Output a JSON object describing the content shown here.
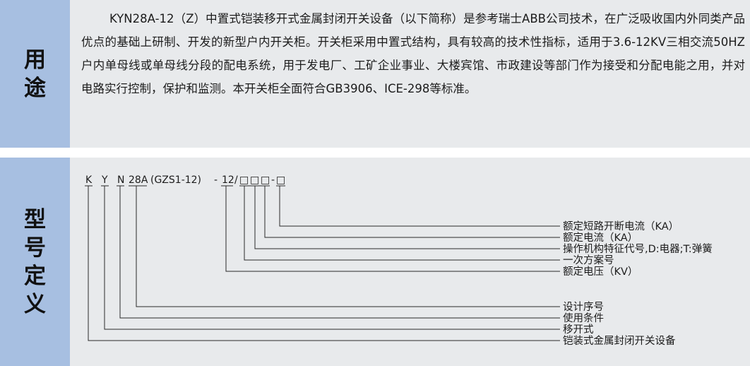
{
  "usage": {
    "side_label": [
      "用",
      "途"
    ],
    "paragraph": "KYN28A-12（Z）中置式铠装移开式金属封闭开关设备（以下简称）是参考瑞士ABB公司技术，在广泛吸收国内外同类产品优点的基础上研制、开发的新型户内开关柜。开关柜采用中置式结构，具有较高的技术性指标，适用于3.6-12KV三相交流50HZ户内单母线或单母线分段的配电系统，用于发电厂、工矿企业事业、大楼宾馆、市政建设等部门作为接受和分配电能之用，并对电路实行控制，保护和监测。本开关柜全面符合GB3906、ICE-298等标准。"
  },
  "model": {
    "side_label": [
      "型",
      "号",
      "定",
      "义"
    ],
    "code_parts": [
      "K",
      "Y",
      "N",
      "28A",
      "(GZS1-12)",
      "-",
      "12",
      "/",
      "□",
      "□",
      "□",
      "-",
      "□"
    ],
    "labels": [
      "额定短路开断电流（KA）",
      "额定电流（KA）",
      "操作机构特征代号,D:电器;T:弹簧",
      "一次方案号",
      "额定电压（KV）",
      "设计序号",
      "使用条件",
      "移开式",
      "铠装式金属封闭开关设备"
    ]
  }
}
